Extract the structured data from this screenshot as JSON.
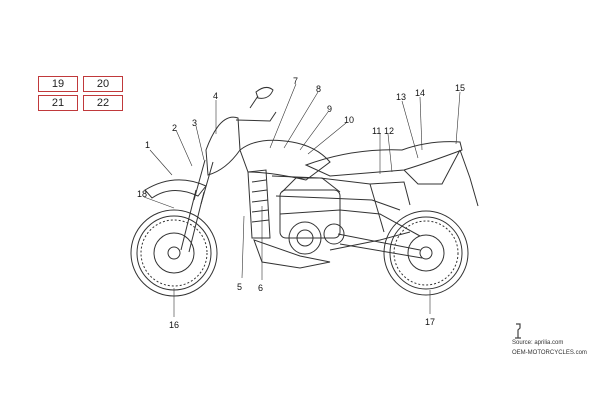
{
  "boxes": [
    "19",
    "20",
    "21",
    "22"
  ],
  "callouts": [
    "1",
    "2",
    "3",
    "4",
    "5",
    "6",
    "7",
    "8",
    "9",
    "10",
    "11",
    "12",
    "13",
    "14",
    "15",
    "16",
    "17",
    "18"
  ],
  "source_text": "Source: aprilia.com",
  "site_text": "OEM-MOTORCYCLES.com",
  "accent_color": "#c0393b",
  "line_color": "#333333"
}
